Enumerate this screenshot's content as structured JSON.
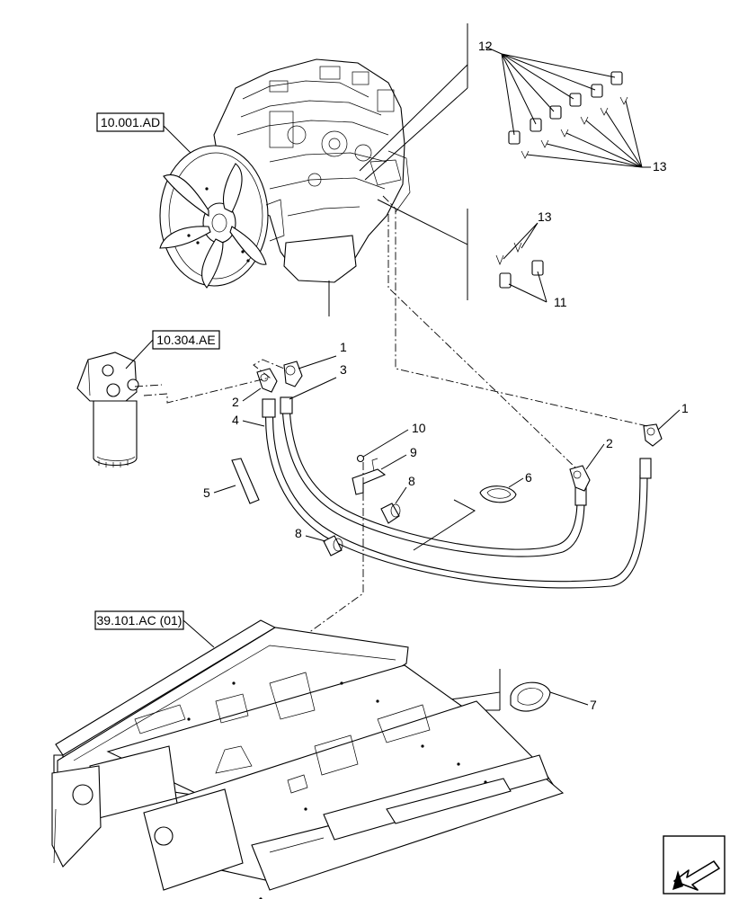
{
  "references": {
    "engine": "10.001.AD",
    "filter": "10.304.AE",
    "frame": "39.101.AC (01)"
  },
  "callouts": {
    "c1a": "1",
    "c1b": "1",
    "c2a": "2",
    "c2b": "2",
    "c3": "3",
    "c4": "4",
    "c5": "5",
    "c6": "6",
    "c7": "7",
    "c8a": "8",
    "c8b": "8",
    "c9": "9",
    "c10": "10",
    "c11": "11",
    "c12": "12",
    "c13a": "13",
    "c13b": "13"
  },
  "icons": {
    "nav": "next-page-arrow-icon"
  }
}
